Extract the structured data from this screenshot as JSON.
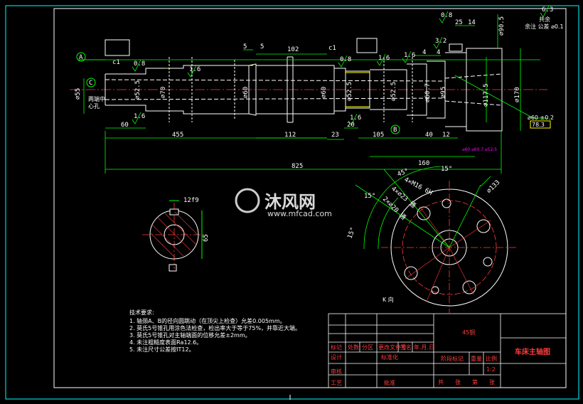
{
  "watermark": {
    "brand": "沐风网",
    "url": "www.mfcad.com"
  },
  "main_view": {
    "dims_top": [
      "5",
      "102",
      "c1",
      "5",
      "c1",
      "4",
      "4",
      "14",
      "25"
    ],
    "dims_bottom": [
      "60",
      "455",
      "112",
      "23",
      "20",
      "105",
      "40",
      "12",
      "160",
      "825"
    ],
    "diameters": [
      "⌀55",
      "⌀52.5",
      "⌀70",
      "⌀60",
      "⌀60",
      "⌀52.5",
      "⌀52.5",
      "⌀60.7",
      "⌀95",
      "⌀117.5",
      "⌀170",
      "⌀90.5"
    ],
    "datums": [
      "A",
      "C",
      "B"
    ],
    "surface_marks": [
      "0.8",
      "1.6",
      "1.6",
      "0.8",
      "1.6",
      "1.6",
      "3.2",
      "0.8",
      "1.6",
      "6.3"
    ],
    "note_center_hole": [
      "两端中",
      "心孔"
    ],
    "note_top_right": [
      "共余",
      "余注 公差 ⌀0.1"
    ],
    "note_side": [
      "⌀60 ±0.2",
      "78.3"
    ]
  },
  "section_view": {
    "keyway": "12f9",
    "depth": "65"
  },
  "k_view": {
    "label": "K 向",
    "angles": [
      "15°",
      "15°",
      "45°",
      "15°"
    ],
    "holes": [
      "4×M16 6H",
      "2×⌀20 通",
      "4×⌀23 通"
    ],
    "pcd": "⌀133"
  },
  "tech_requirements": {
    "heading": "技术要求:",
    "items": [
      "1. 轴颈A、B的径向圆跳动（在顶尖上检查）允差0.005mm。",
      "2. 莫氏5号锥孔用涂色法检查，检出率大于等于75%，并靠近大端。",
      "3. 莫氏5号锥孔对主轴端面的位移允差±2mm。",
      "4. 未注粗糙度表面Ra12.6。",
      "5. 未注尺寸公差按IT12。"
    ]
  },
  "title_block": {
    "material": "45钢",
    "drawing_name": "车床主轴图",
    "headers": [
      "标记",
      "处数",
      "分区",
      "更改文件号",
      "签名",
      "年.月.日"
    ],
    "rows": [
      "设计",
      "标准化",
      "审核",
      "工艺",
      "批准"
    ],
    "stage": "阶段标记",
    "weight": "重量",
    "scale_label": "比例",
    "scale": "1:2",
    "sheet": [
      "共",
      "张",
      "第",
      "张"
    ]
  },
  "colors": {
    "bg": "#000000",
    "outline": "#ffffff",
    "dimension": "#00ff00",
    "center": "#ff3b3b",
    "highlight": "#ffff00",
    "note": "#ff00ff"
  }
}
